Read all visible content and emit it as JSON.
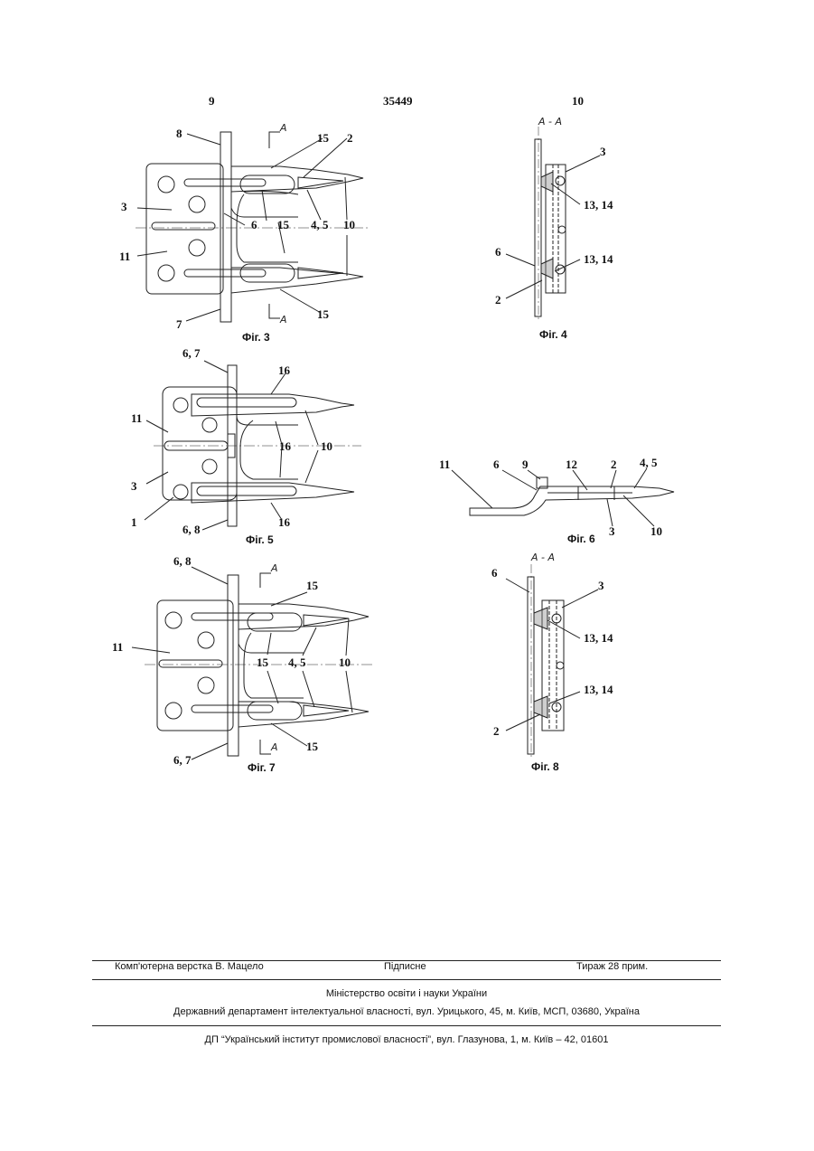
{
  "header": {
    "left_page": "9",
    "patent_number": "35449",
    "right_page": "10"
  },
  "figures": {
    "fig3": {
      "caption": "Фіг. 3",
      "section": "A",
      "labels": [
        "8",
        "15",
        "2",
        "3",
        "6",
        "15",
        "4, 5",
        "10",
        "11",
        "7",
        "15"
      ]
    },
    "fig4": {
      "caption": "Фіг. 4",
      "section_title": "A - A",
      "labels": [
        "3",
        "13, 14",
        "6",
        "13, 14",
        "2"
      ]
    },
    "fig5": {
      "caption": "Фіг. 5",
      "labels": [
        "6, 7",
        "16",
        "11",
        "16",
        "10",
        "3",
        "16",
        "1",
        "6, 8",
        "16"
      ]
    },
    "fig6": {
      "caption": "Фіг. 6",
      "labels": [
        "11",
        "6",
        "9",
        "12",
        "2",
        "4, 5",
        "3",
        "10"
      ]
    },
    "fig7": {
      "caption": "Фіг. 7",
      "section": "A",
      "labels": [
        "6, 8",
        "15",
        "11",
        "15",
        "4, 5",
        "10",
        "6, 7",
        "15"
      ]
    },
    "fig8": {
      "caption": "Фіг. 8",
      "section_title": "A - A",
      "labels": [
        "6",
        "3",
        "13, 14",
        "13, 14",
        "2"
      ]
    }
  },
  "footer": {
    "layout": "Комп'ютерна верстка В. Мацело",
    "signed": "Підписне",
    "circulation": "Тираж 28 прим.",
    "ministry": "Міністерство освіти і науки України",
    "department": "Державний департамент інтелектуальної власності, вул. Урицького, 45, м. Київ, МСП, 03680, Україна",
    "institute": "ДП “Український інститут промислової власності”, вул. Глазунова, 1, м. Київ – 42, 01601"
  }
}
